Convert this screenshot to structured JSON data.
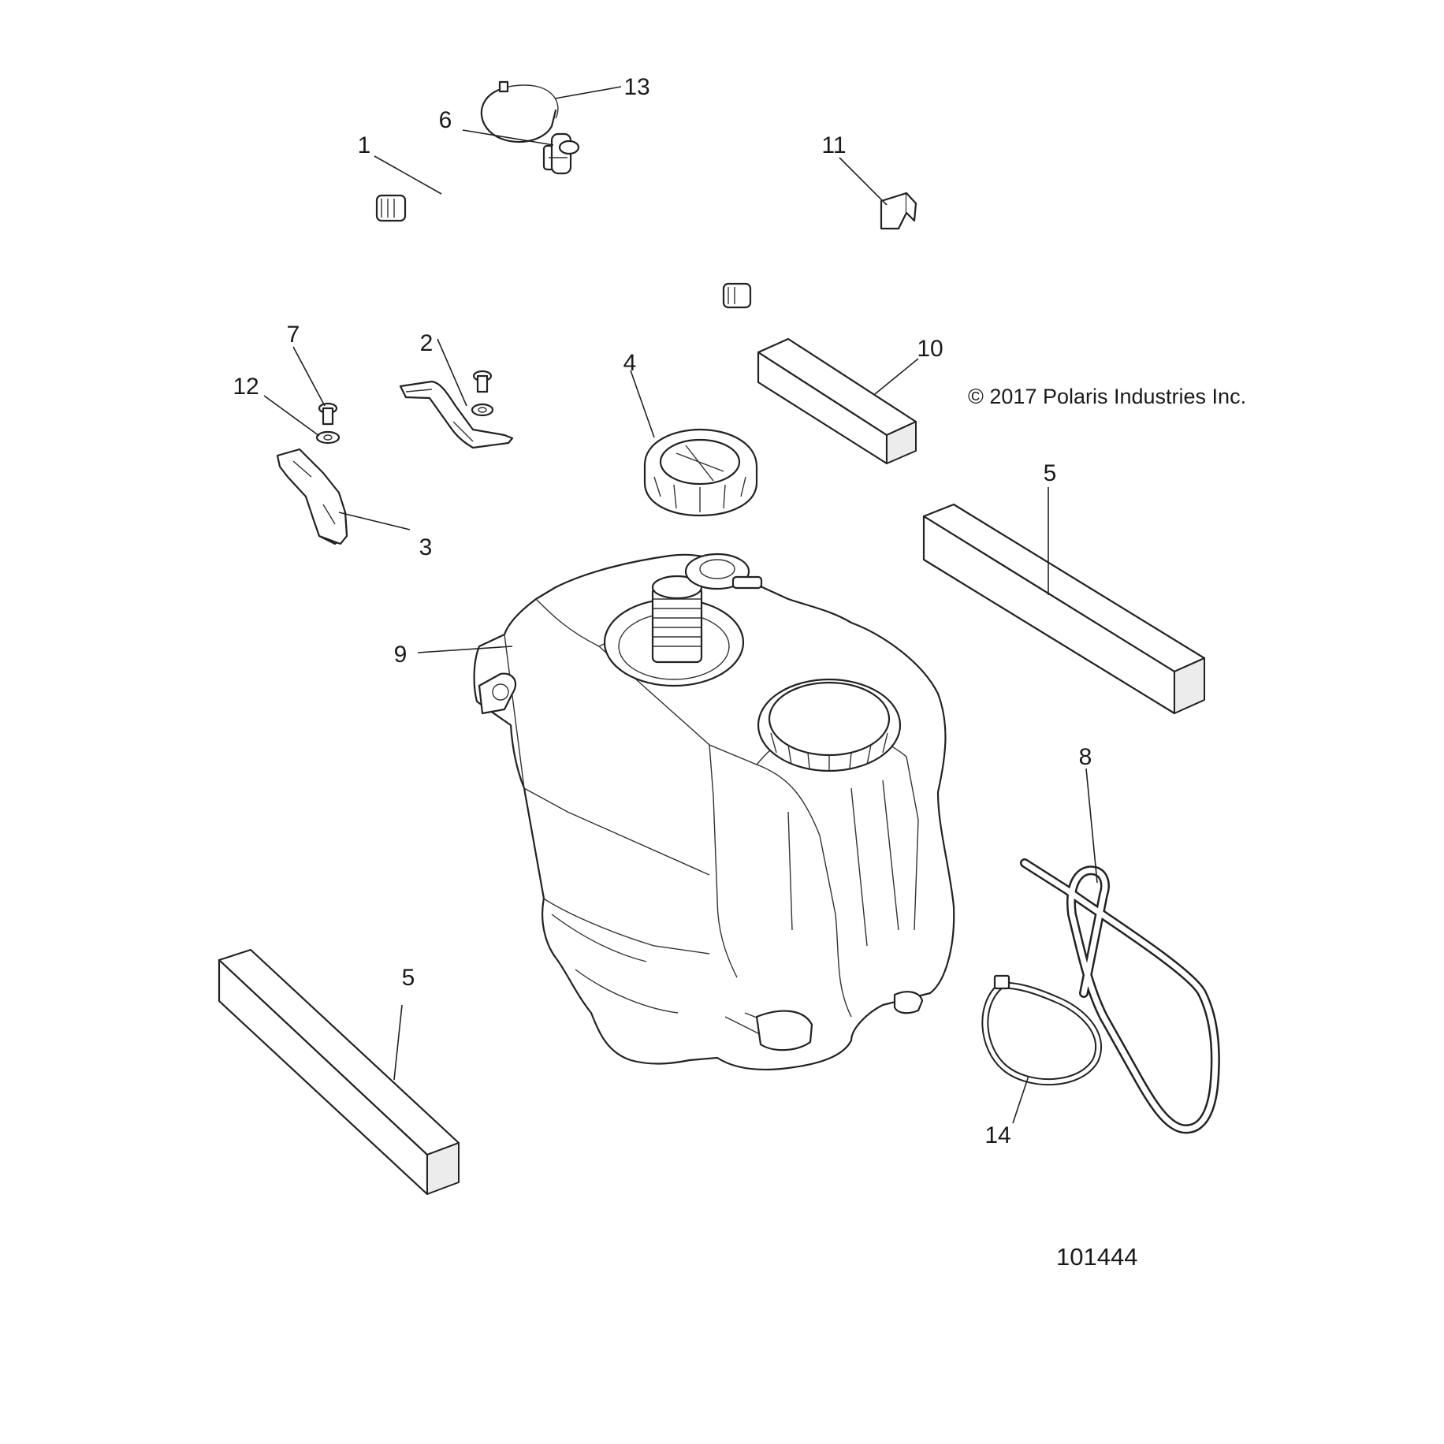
{
  "callouts": {
    "c1": "1",
    "c2": "2",
    "c3": "3",
    "c4": "4",
    "c5a": "5",
    "c5b": "5",
    "c6": "6",
    "c7": "7",
    "c8": "8",
    "c9": "9",
    "c10": "10",
    "c11": "11",
    "c12": "12",
    "c13": "13",
    "c14": "14"
  },
  "copyright": "© 2017 Polaris Industries Inc.",
  "figure_number": "101444"
}
